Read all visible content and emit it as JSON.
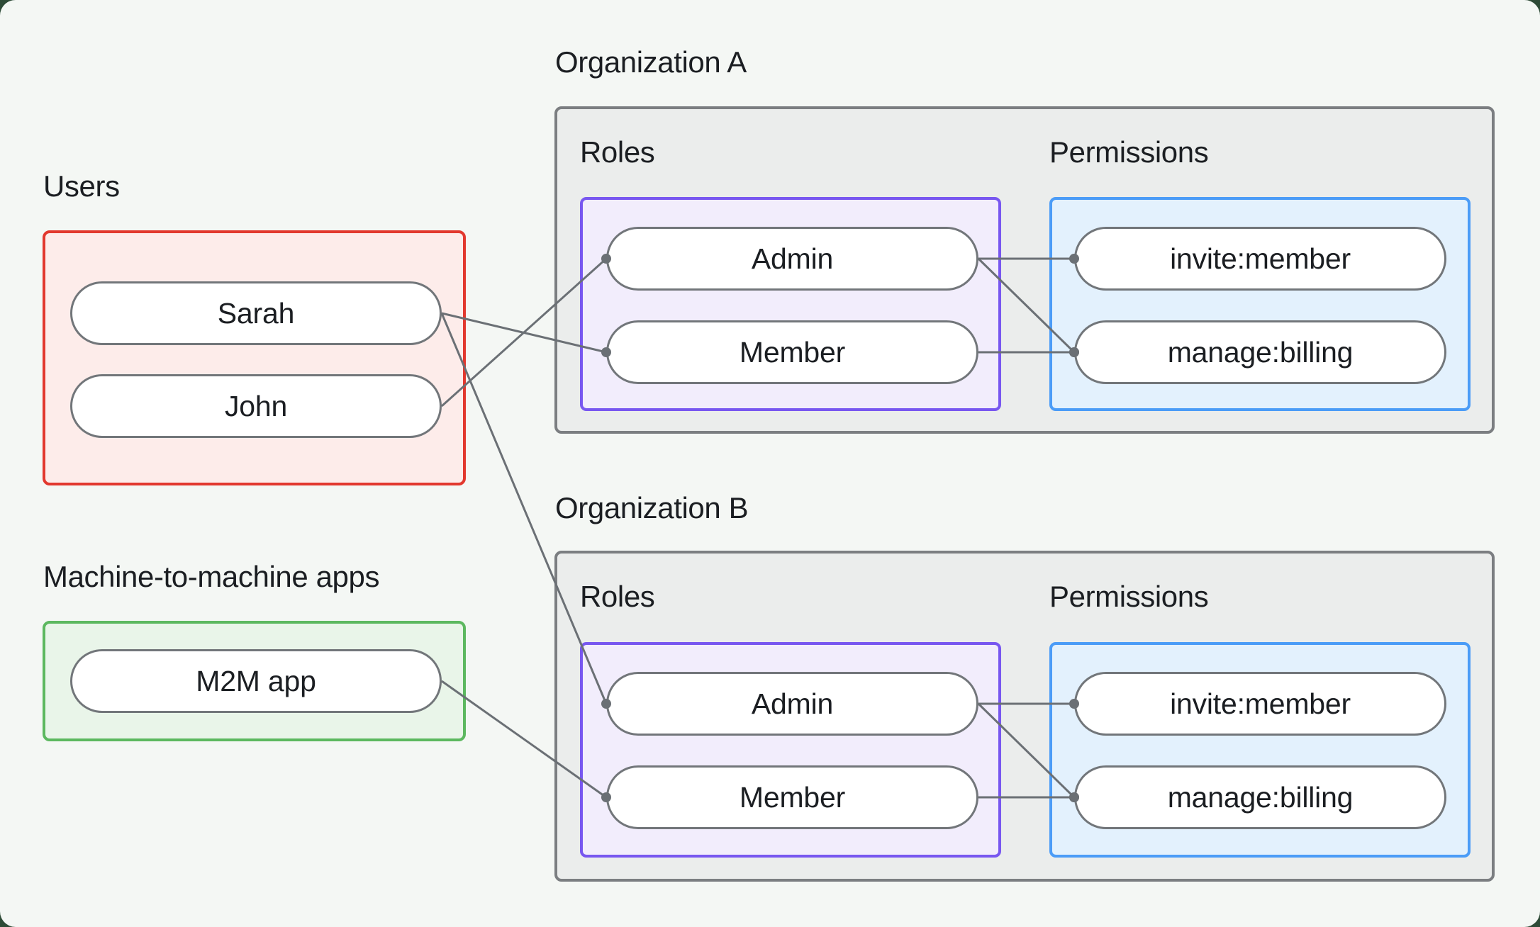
{
  "colors": {
    "page_background": "#2e4b37",
    "panel_background": "#f4f7f4",
    "users_border": "#e2382e",
    "users_fill": "#fdecea",
    "m2m_border": "#5cb85f",
    "m2m_fill": "#e9f5e9",
    "org_border": "#7b7e81",
    "org_fill": "#ebedec",
    "roles_border": "#7857f0",
    "roles_fill": "#f2edfc",
    "permissions_border": "#4b9cf7",
    "permissions_fill": "#e3f1fd",
    "node_border": "#72767a",
    "node_fill": "#ffffff",
    "connector": "#6b7075",
    "text": "#1b1e22"
  },
  "groups": {
    "users": {
      "label": "Users",
      "nodes": [
        {
          "id": "sarah",
          "label": "Sarah"
        },
        {
          "id": "john",
          "label": "John"
        }
      ]
    },
    "m2m": {
      "label": "Machine-to-machine apps",
      "nodes": [
        {
          "id": "m2m-app",
          "label": "M2M app"
        }
      ]
    }
  },
  "organizations": [
    {
      "title": "Organization A",
      "roles": {
        "label": "Roles",
        "nodes": [
          {
            "id": "orgA.admin",
            "label": "Admin"
          },
          {
            "id": "orgA.member",
            "label": "Member"
          }
        ]
      },
      "permissions": {
        "label": "Permissions",
        "nodes": [
          {
            "id": "orgA.invite",
            "label": "invite:member"
          },
          {
            "id": "orgA.manage",
            "label": "manage:billing"
          }
        ]
      }
    },
    {
      "title": "Organization B",
      "roles": {
        "label": "Roles",
        "nodes": [
          {
            "id": "orgB.admin",
            "label": "Admin"
          },
          {
            "id": "orgB.member",
            "label": "Member"
          }
        ]
      },
      "permissions": {
        "label": "Permissions",
        "nodes": [
          {
            "id": "orgB.invite",
            "label": "invite:member"
          },
          {
            "id": "orgB.manage",
            "label": "manage:billing"
          }
        ]
      }
    }
  ],
  "connections": [
    {
      "from": "sarah",
      "to": "orgA.member"
    },
    {
      "from": "john",
      "to": "orgA.admin"
    },
    {
      "from": "sarah",
      "to": "orgB.admin"
    },
    {
      "from": "m2m-app",
      "to": "orgB.member"
    },
    {
      "from": "orgA.admin",
      "to": "orgA.invite"
    },
    {
      "from": "orgA.admin",
      "to": "orgA.manage"
    },
    {
      "from": "orgA.member",
      "to": "orgA.manage"
    },
    {
      "from": "orgB.admin",
      "to": "orgB.invite"
    },
    {
      "from": "orgB.admin",
      "to": "orgB.manage"
    },
    {
      "from": "orgB.member",
      "to": "orgB.manage"
    }
  ]
}
